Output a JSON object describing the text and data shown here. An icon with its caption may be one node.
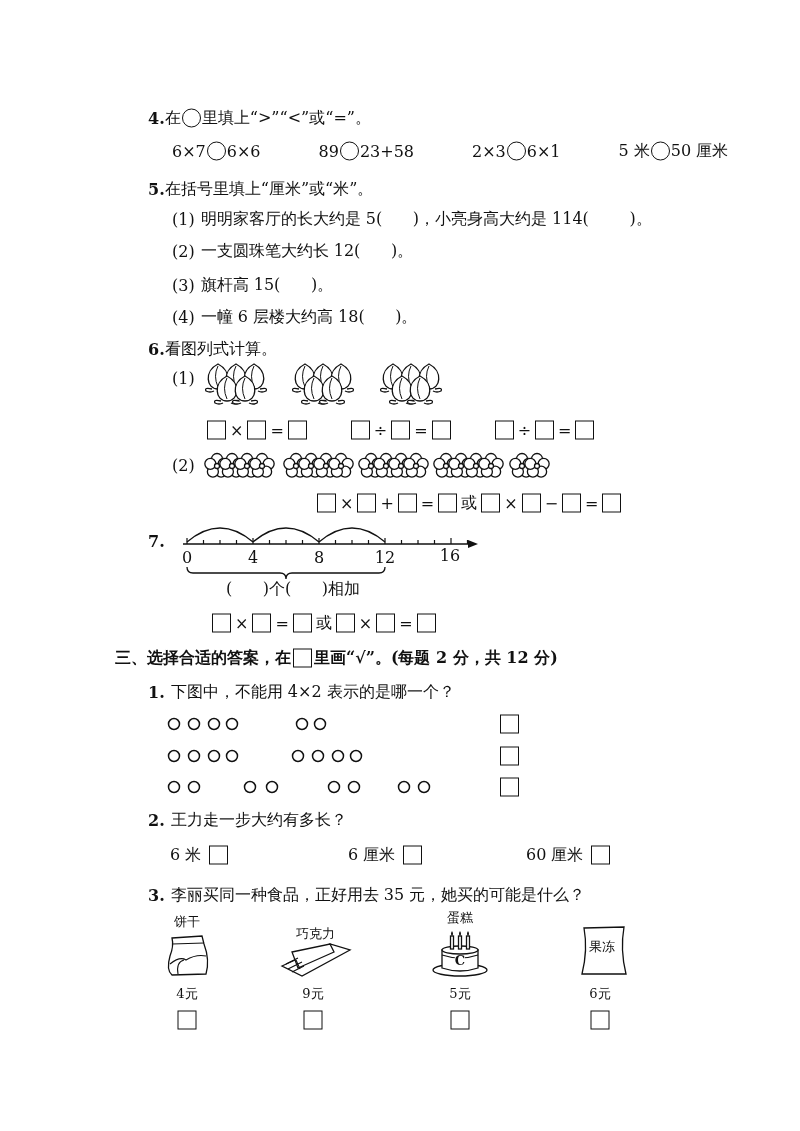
{
  "diagram": {
    "labels": [
      "4.",
      "在",
      "里填上“>”“<”或“=”。",
      "6×7",
      "6×6",
      "89",
      "23+58",
      "2×3",
      "6×1",
      "5 米",
      "50 厘米",
      "5.",
      "在括号里填上“厘米”或“米”。",
      "(1)",
      "明明家客厅的长大约是 5(      )，小亮身高大约是 114(        )。",
      "(2)",
      "一支圆珠笔大约长 12(      )。",
      "(3)",
      "旗杆高 15(      )。",
      "(4)",
      "一幢 6 层楼大约高 18(      )。",
      "6.",
      "看图列式计算。",
      "(1)",
      "×",
      "=",
      "÷",
      "=",
      "÷",
      "=",
      "(2)",
      "×",
      "+",
      "=",
      "或",
      "×",
      "−",
      "=",
      "7.",
      "0",
      "4",
      "8",
      "12",
      "16",
      "(      )个(      )相加",
      "×",
      "=",
      "或",
      "×",
      "=",
      "三、选择合适的答案，在",
      "里画“√”。(每题 2 分，共 12 分)",
      "1.",
      "下图中，不能用 4×2 表示的是哪一个？",
      "2.",
      "王力走一步大约有多长？",
      "6 米",
      "6 厘米",
      "60 厘米",
      "3.",
      "李丽买同一种食品，正好用去 35 元，她买的可能是什么？",
      "饼干",
      "巧克力",
      "蛋糕",
      "果冻",
      "C",
      "4元",
      "9元",
      "5元",
      "6元"
    ]
  }
}
